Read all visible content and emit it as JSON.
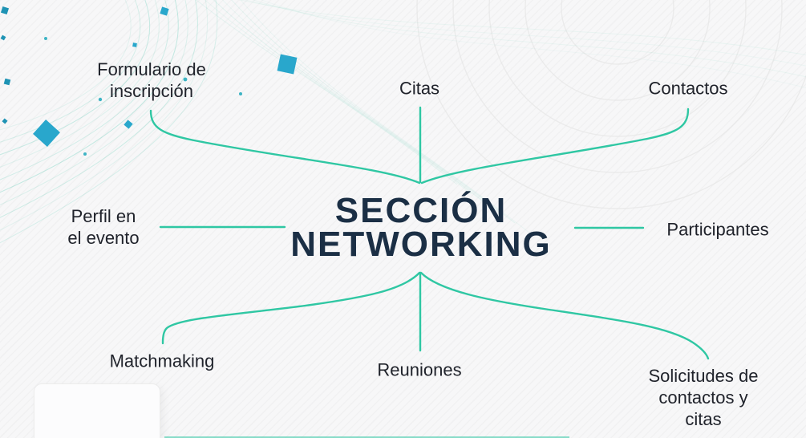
{
  "title": {
    "lines": [
      "SECCIÓN",
      "NETWORKING"
    ]
  },
  "nodes": {
    "formulario": {
      "lines": [
        "Formulario de",
        "inscripción"
      ]
    },
    "citas": {
      "lines": [
        "Citas"
      ]
    },
    "contactos": {
      "lines": [
        "Contactos"
      ]
    },
    "perfil": {
      "lines": [
        "Perfil en",
        "el evento"
      ]
    },
    "participantes": {
      "lines": [
        "Participantes"
      ]
    },
    "matchmaking": {
      "lines": [
        "Matchmaking"
      ]
    },
    "reuniones": {
      "lines": [
        "Reuniones"
      ]
    },
    "solicitudes": {
      "lines": [
        "Solicitudes de",
        "contactos y",
        "citas"
      ]
    }
  },
  "colors": {
    "connector_teal": "#2fc7a3",
    "title_navy": "#1b2f45",
    "label_dark": "#20232b",
    "square_blue": "#29a7cc",
    "square_dark_teal": "#1e93b4",
    "dot_teal": "#3db4c4",
    "wave_teal": "#49c7ab",
    "background": "#f7f7f8"
  }
}
